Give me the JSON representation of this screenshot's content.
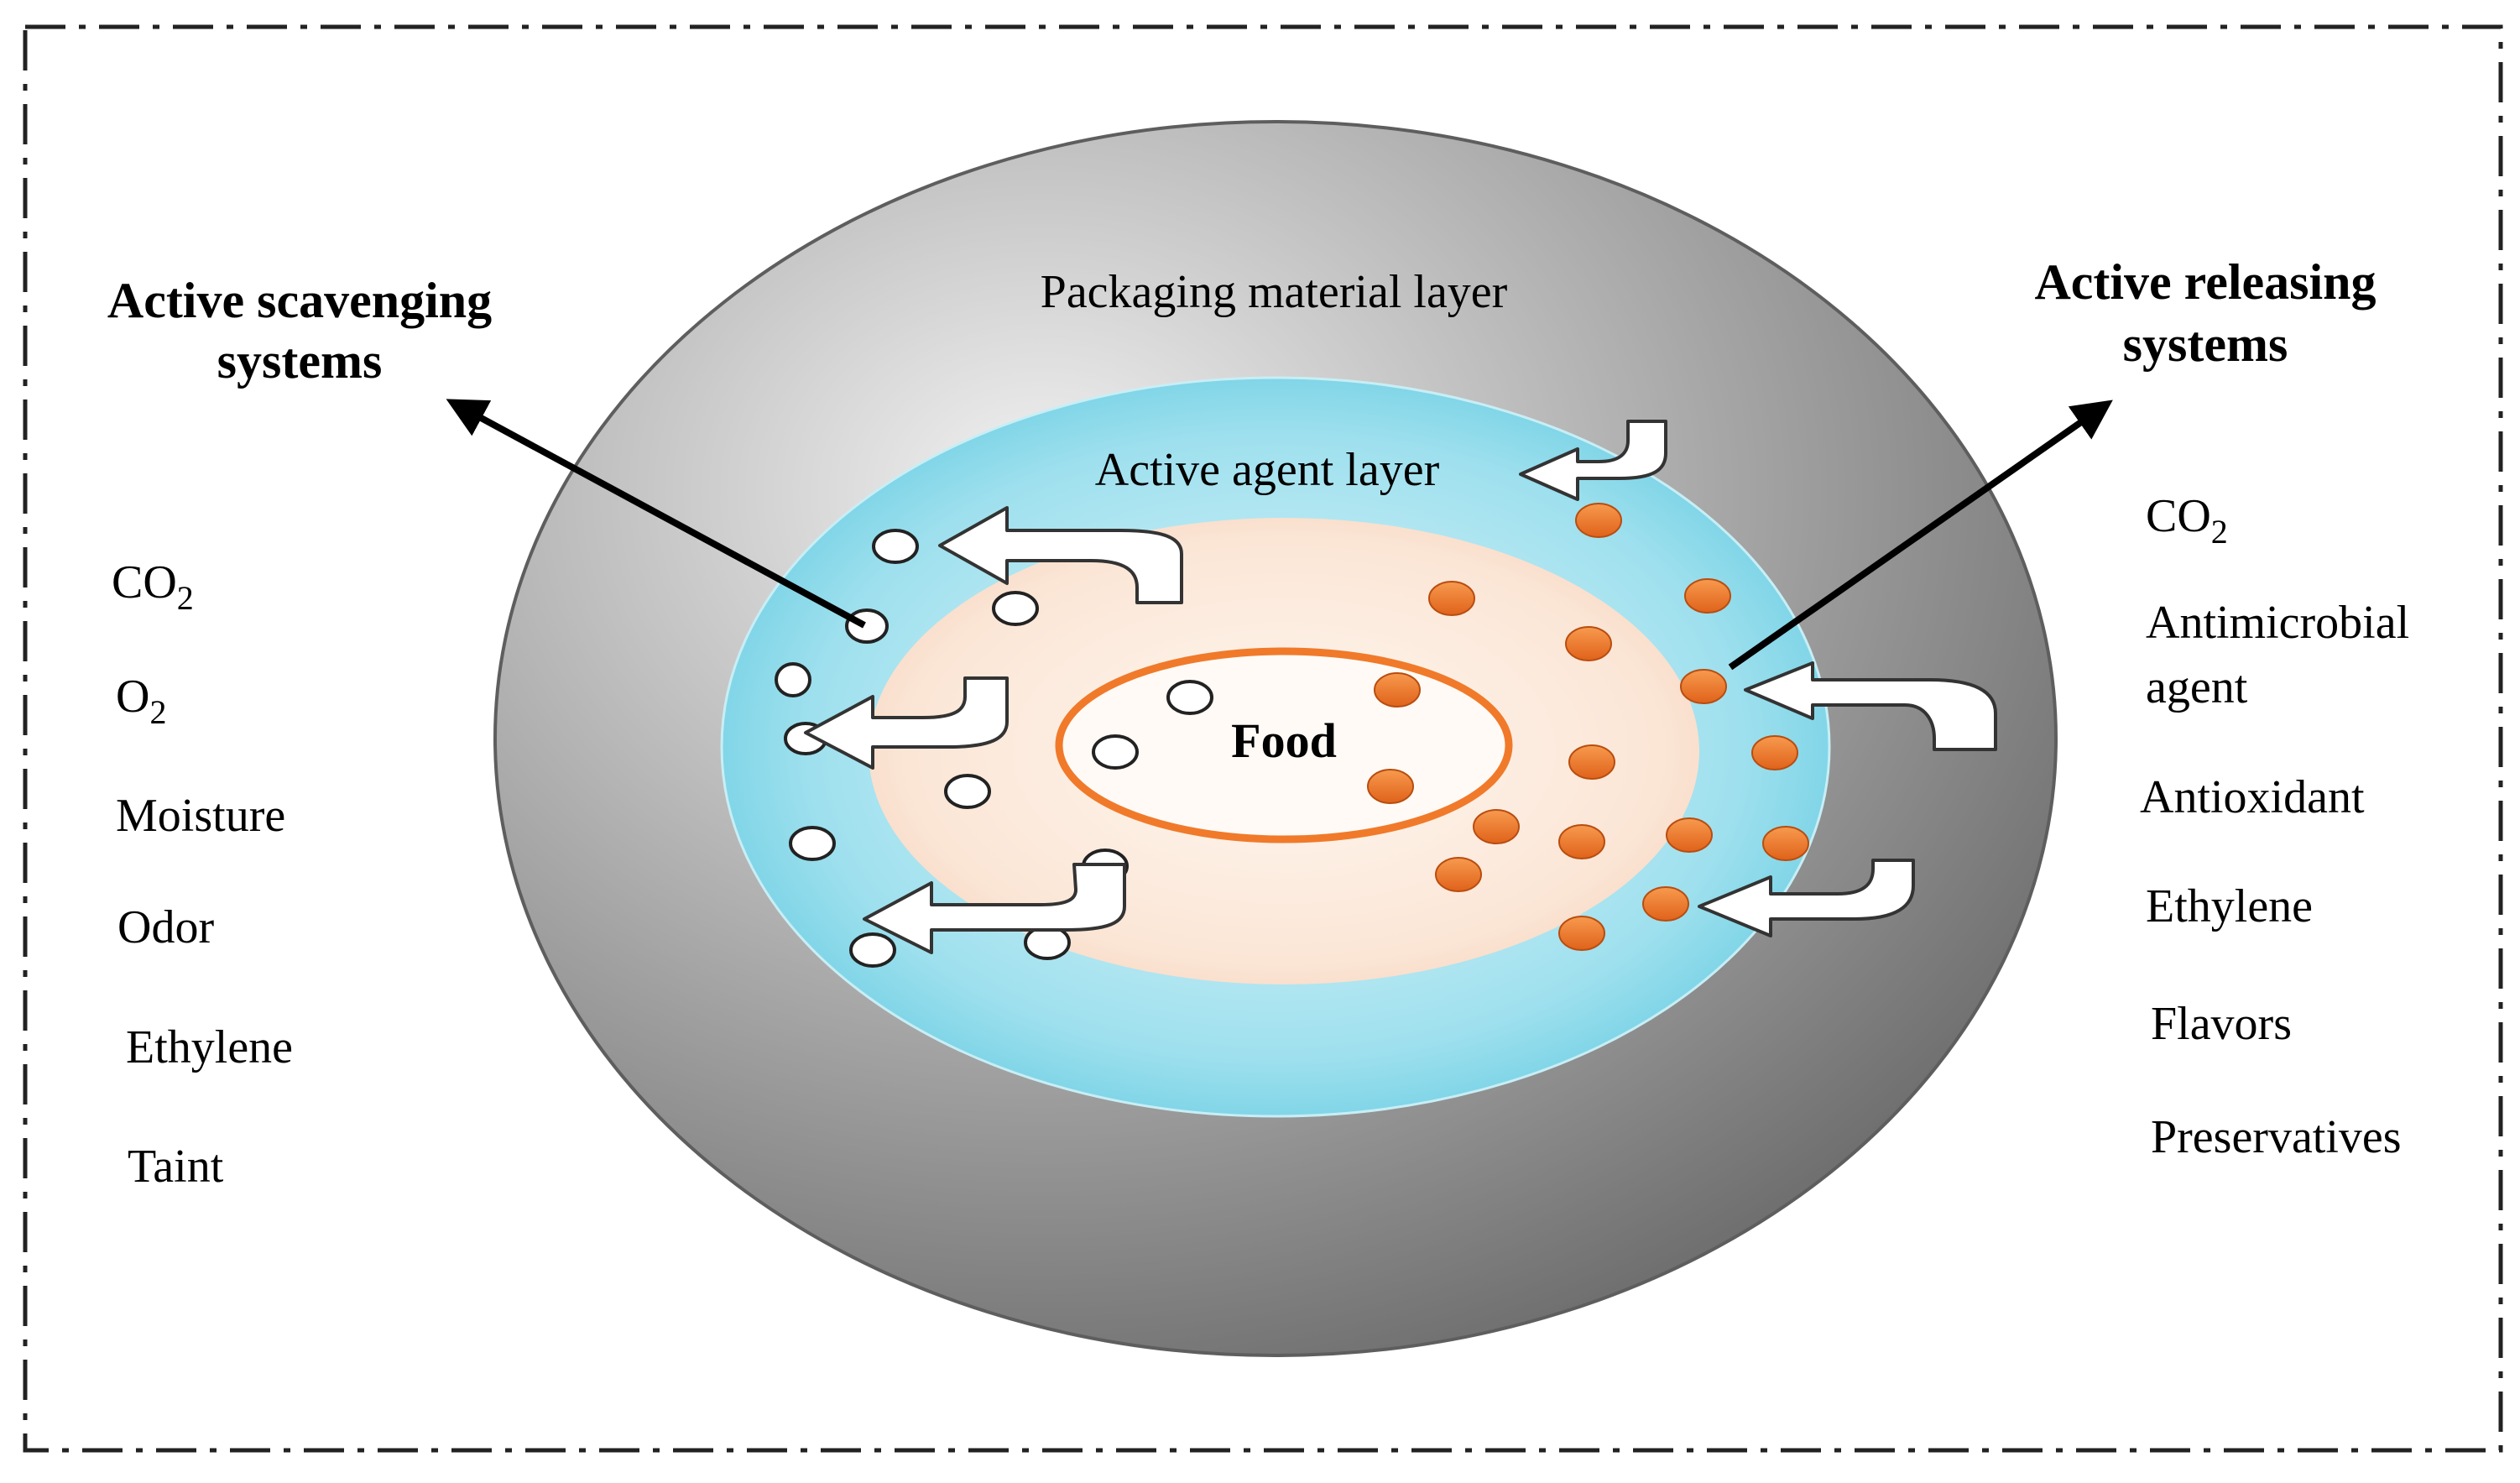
{
  "diagram": {
    "layers": {
      "outer": "Packaging material layer",
      "middle": "Active agent layer",
      "core": "Food"
    },
    "scavenging": {
      "title_line1": "Active scavenging",
      "title_line2": "systems",
      "items": [
        {
          "base": "CO",
          "sub": "2"
        },
        {
          "base": "O",
          "sub": "2"
        },
        {
          "base": "Moisture",
          "sub": ""
        },
        {
          "base": "Odor",
          "sub": ""
        },
        {
          "base": "Ethylene",
          "sub": ""
        },
        {
          "base": "Taint",
          "sub": ""
        }
      ]
    },
    "releasing": {
      "title_line1": "Active releasing",
      "title_line2": "systems",
      "items": [
        {
          "line1": "CO",
          "sub": "2",
          "line2": ""
        },
        {
          "line1": "Antimicrobial",
          "sub": "",
          "line2": "agent"
        },
        {
          "line1": "Antioxidant",
          "sub": "",
          "line2": ""
        },
        {
          "line1": "Ethylene",
          "sub": "",
          "line2": ""
        },
        {
          "line1": "Flavors",
          "sub": "",
          "line2": ""
        },
        {
          "line1": "Preservatives",
          "sub": "",
          "line2": ""
        }
      ]
    },
    "colors": {
      "packaging": "#8c8c8c",
      "active_agent": "#7fd6e6",
      "food_zone": "#fbe3d2",
      "food_ring": "#f07a2a",
      "release_particle": "#f07a22",
      "scavenged_particle": "#ffffff",
      "frame": "#222222"
    }
  }
}
